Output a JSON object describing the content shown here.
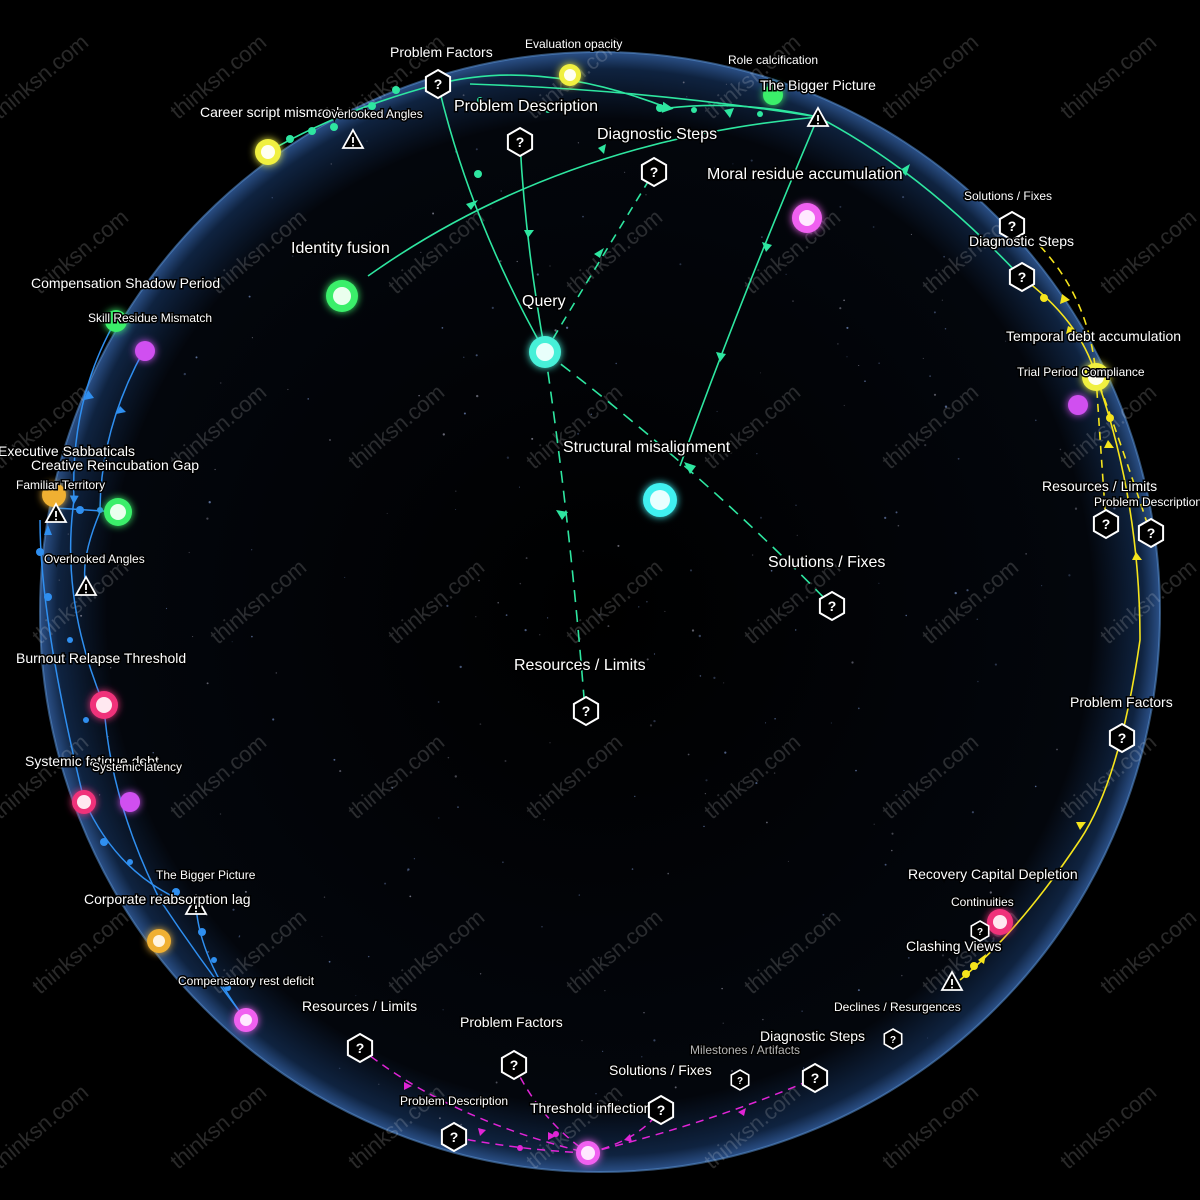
{
  "watermark": "thinksn.com",
  "colors": {
    "green_edge": "#2ee6a0",
    "blue_edge": "#2f8ff0",
    "yellow_edge": "#f5e41c",
    "magenta_edge": "#e024d6",
    "sphere_rim": "#5a8fd0"
  },
  "center": {
    "query": {
      "label": "Query",
      "color": "#46f0d8"
    },
    "structural": {
      "label": "Structural misalignment",
      "color": "#3ff0f0"
    },
    "identity": {
      "label": "Identity fusion",
      "color": "#3aef6a"
    },
    "moral": {
      "label": "Moral residue accumulation",
      "color": "#f060f0"
    },
    "solutions": {
      "label": "Solutions / Fixes",
      "icon": "question-hex-icon"
    },
    "resources": {
      "label": "Resources / Limits",
      "icon": "question-hex-icon"
    },
    "problem_desc": {
      "label": "Problem Description",
      "icon": "question-hex-icon"
    },
    "diagnostic": {
      "label": "Diagnostic Steps",
      "icon": "question-hex-icon"
    }
  },
  "top": {
    "problem_factors": {
      "label": "Problem Factors",
      "icon": "question-hex-icon"
    },
    "evaluation_opacity": {
      "label": "Evaluation opacity",
      "color": "#f0f040"
    },
    "role_calcification": {
      "label": "Role calcification",
      "color": "#3aef6a"
    },
    "bigger_picture": {
      "label": "The Bigger Picture",
      "icon": "warning-triangle-icon"
    },
    "career_script": {
      "label": "Career script mismatch",
      "color": "#f0f040"
    },
    "overlooked_angles_top": {
      "label": "Overlooked Angles",
      "icon": "warning-triangle-icon"
    }
  },
  "left": {
    "compensation_shadow": {
      "label": "Compensation Shadow Period",
      "color": "#3aef6a"
    },
    "skill_residue": {
      "label": "Skill Residue Mismatch",
      "color": "#d050f0"
    },
    "executive_sabbaticals": {
      "label": "Executive Sabbaticals",
      "color": "#f0b030"
    },
    "creative_reincubation": {
      "label": "Creative Reincubation Gap",
      "color": "#3aef6a"
    },
    "familiar_territory": {
      "label": "Familiar Territory",
      "icon": "warning-triangle-icon"
    },
    "overlooked_angles_left": {
      "label": "Overlooked Angles",
      "icon": "warning-triangle-icon"
    },
    "burnout_relapse": {
      "label": "Burnout Relapse Threshold",
      "color": "#f0307a"
    },
    "systemic_fatigue": {
      "label": "Systemic fatigue debt",
      "color": "#f0307a"
    },
    "systemic_latency": {
      "label": "Systemic latency",
      "color": "#d050f0"
    },
    "bigger_picture_left": {
      "label": "The Bigger Picture",
      "icon": "warning-triangle-icon"
    },
    "corporate_reabsorption": {
      "label": "Corporate reabsorption lag",
      "color": "#f0b030"
    },
    "compensatory_rest": {
      "label": "Compensatory rest deficit",
      "color": "#f060f0"
    }
  },
  "right": {
    "solutions_fixes": {
      "label": "Solutions / Fixes",
      "icon": "question-hex-icon"
    },
    "diagnostic_steps": {
      "label": "Diagnostic Steps",
      "icon": "question-hex-icon"
    },
    "temporal_debt": {
      "label": "Temporal debt accumulation",
      "color": "#f0f040"
    },
    "trial_period": {
      "label": "Trial Period Compliance",
      "color": "#d050f0"
    },
    "resources_limits": {
      "label": "Resources / Limits",
      "icon": "question-hex-icon"
    },
    "problem_description": {
      "label": "Problem Description",
      "icon": "question-hex-icon"
    },
    "problem_factors": {
      "label": "Problem Factors",
      "icon": "question-hex-icon"
    },
    "recovery_capital": {
      "label": "Recovery Capital Depletion",
      "color": "#f0307a"
    },
    "continuities": {
      "label": "Continuities",
      "icon": "question-hex-icon"
    },
    "clashing_views": {
      "label": "Clashing Views",
      "icon": "warning-triangle-icon"
    },
    "declines": {
      "label": "Declines / Resurgences",
      "icon": "question-hex-icon"
    }
  },
  "bottom": {
    "resources_limits": {
      "label": "Resources / Limits",
      "icon": "question-hex-icon"
    },
    "problem_factors": {
      "label": "Problem Factors",
      "icon": "question-hex-icon"
    },
    "problem_description": {
      "label": "Problem Description",
      "icon": "question-hex-icon"
    },
    "threshold_inflection": {
      "label": "Threshold inflection",
      "color": "#f060f0"
    },
    "solutions_fixes": {
      "label": "Solutions / Fixes",
      "icon": "question-hex-icon"
    },
    "milestones": {
      "label": "Milestones / Artifacts",
      "icon": "question-hex-icon"
    },
    "diagnostic_steps": {
      "label": "Diagnostic Steps",
      "icon": "question-hex-icon"
    }
  }
}
